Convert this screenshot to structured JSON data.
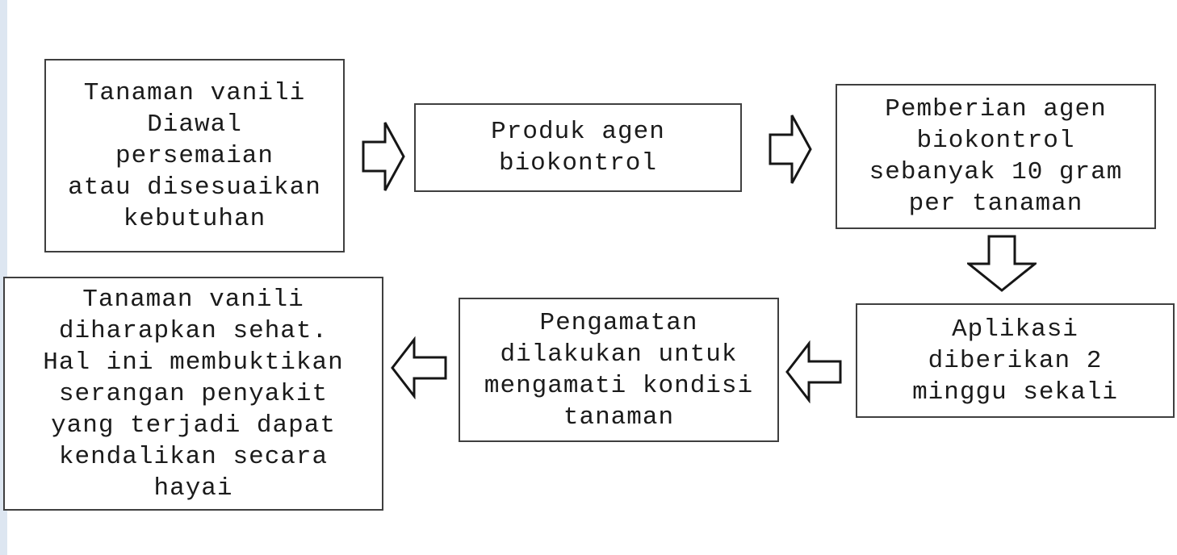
{
  "colors": {
    "background": "#ffffff",
    "left_strip": "#dde6f1",
    "box_border": "#3f3f3f",
    "arrow_outline": "#161616",
    "arrow_fill": "#ffffff",
    "text": "#1b1b1b"
  },
  "flowchart": {
    "boxes": {
      "seedling": {
        "text": "Tanaman vanili\nDiawal\npersemaian\natau disesuaikan\nkebutuhan"
      },
      "product": {
        "text": "Produk agen\nbiokontrol"
      },
      "dosage": {
        "text": "Pemberian agen\nbiokontrol\nsebanyak 10 gram\nper tanaman"
      },
      "application": {
        "text": "Aplikasi\ndiberikan 2\nminggu sekali"
      },
      "observation": {
        "text": "Pengamatan\ndilakukan untuk\nmengamati kondisi\ntanaman"
      },
      "result": {
        "text": "Tanaman vanili\ndiharapkan sehat.\nHal ini membuktikan\nserangan penyakit\nyang terjadi dapat\nkendalikan secara\nhayai"
      }
    },
    "arrows": [
      {
        "direction": "right",
        "from": "seedling",
        "to": "product"
      },
      {
        "direction": "right",
        "from": "product",
        "to": "dosage"
      },
      {
        "direction": "down",
        "from": "dosage",
        "to": "application"
      },
      {
        "direction": "left",
        "from": "application",
        "to": "observation"
      },
      {
        "direction": "left",
        "from": "observation",
        "to": "result"
      }
    ]
  }
}
